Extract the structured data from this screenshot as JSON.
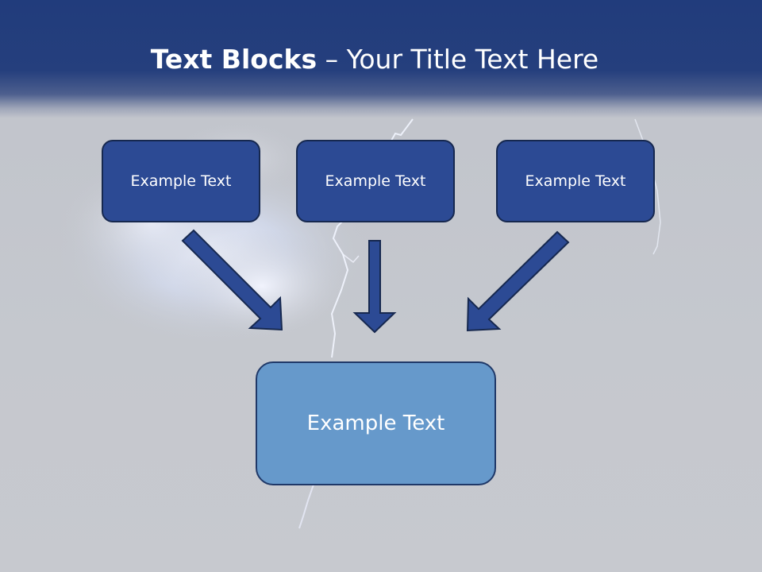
{
  "title": {
    "bold_part": "Text Blocks",
    "separator": " – ",
    "regular_part": "Your Title Text Here"
  },
  "blocks": [
    {
      "label": "Example Text"
    },
    {
      "label": "Example Text"
    },
    {
      "label": "Example Text"
    }
  ],
  "main_block": {
    "label": "Example Text"
  },
  "colors": {
    "header": "#213c7c",
    "small_box_fill": "#2c4a94",
    "small_box_border": "#16284f",
    "main_box_fill": "#6699cb",
    "arrow_fill": "#2c4a94"
  }
}
